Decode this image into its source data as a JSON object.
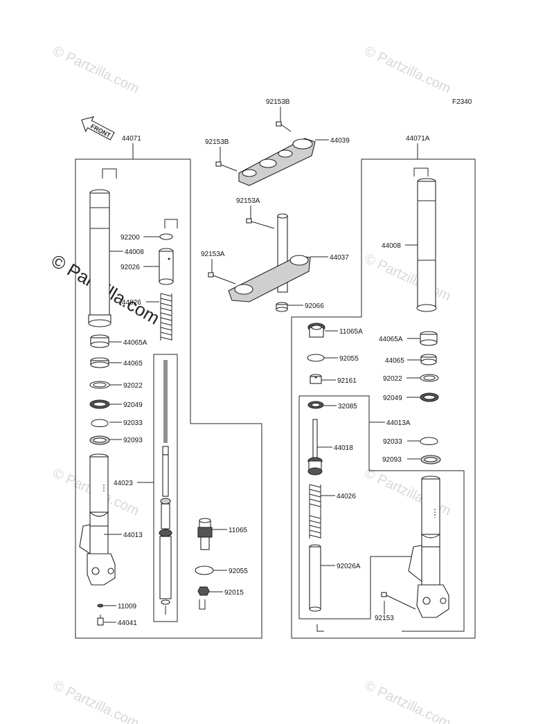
{
  "watermark": {
    "text": "© Partzilla.com"
  },
  "figure_code": "F2340",
  "front_arrow_label": "FRONT",
  "labels": {
    "l44071": "44071",
    "l44071A": "44071A",
    "l92153B_top": "92153B",
    "l92153B_left": "92153B",
    "l44039": "44039",
    "l92153A_top": "92153A",
    "l92153A_left": "92153A",
    "l44037": "44037",
    "l92066": "92066",
    "l92200": "92200",
    "l44008_left": "44008",
    "l92026": "92026",
    "l44026_left": "44026",
    "l44065A_left": "44065A",
    "l44065_left": "44065",
    "l92022_left": "92022",
    "l92049_left": "92049",
    "l92033_left": "92033",
    "l92093_left": "92093",
    "l44023": "44023",
    "l44013": "44013",
    "l11009": "11009",
    "l44041": "44041",
    "l11065": "11065",
    "l92055_left": "92055",
    "l92015": "92015",
    "l44008_right": "44008",
    "l11065A": "11065A",
    "l44065A_right": "44065A",
    "l92055_right": "92055",
    "l44065_right": "44065",
    "l92161": "92161",
    "l92022_right": "92022",
    "l92049_right": "92049",
    "l32085": "32085",
    "l44013A": "44013A",
    "l44018": "44018",
    "l92033_right": "92033",
    "l92093_right": "92093",
    "l44026_right": "44026",
    "l92026A": "92026A",
    "l92153": "92153"
  }
}
